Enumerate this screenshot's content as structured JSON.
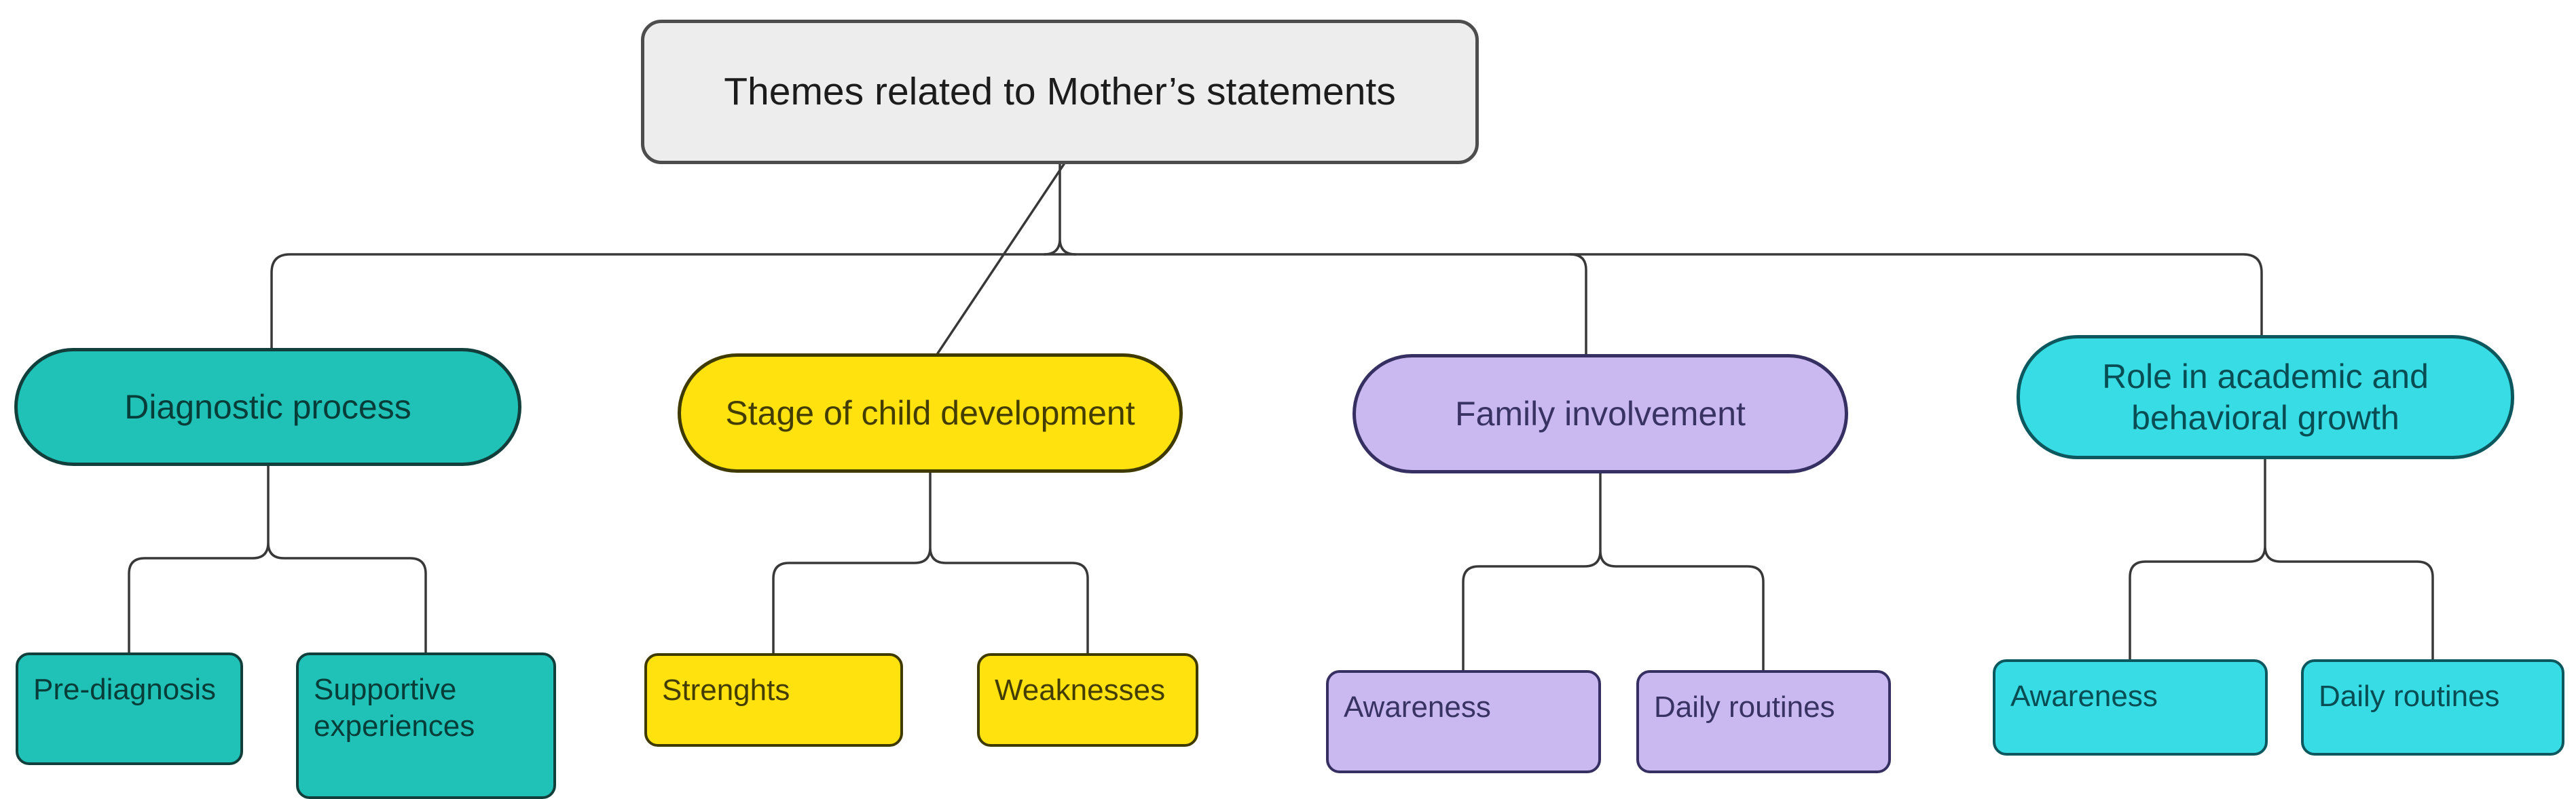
{
  "figure": {
    "root": {
      "label": "Themes related to Mother’s statements"
    },
    "branches": [
      {
        "label": "Diagnostic process",
        "fill": "#20c2b7",
        "children": [
          {
            "label": "Pre-diagnosis"
          },
          {
            "label": "Supportive experiences"
          }
        ]
      },
      {
        "label": "Stage of child development",
        "fill": "#ffe20e",
        "children": [
          {
            "label": "Strenghts"
          },
          {
            "label": "Weaknesses"
          }
        ]
      },
      {
        "label": "Family involvement",
        "fill": "#cab9f0",
        "children": [
          {
            "label": "Awareness"
          },
          {
            "label": "Daily routines"
          }
        ]
      },
      {
        "label": "Role in academic and behavioral growth",
        "fill": "#38dce4",
        "children": [
          {
            "label": "Awareness"
          },
          {
            "label": "Daily routines"
          }
        ]
      }
    ],
    "colors": {
      "root_fill": "#ededed",
      "root_border": "#4d4d4d",
      "connector_line": "#383838",
      "teal_border": "#123f3b",
      "yellow_border": "#3f3a00",
      "purple_border": "#353061",
      "cyan_border": "#0c585e"
    }
  }
}
